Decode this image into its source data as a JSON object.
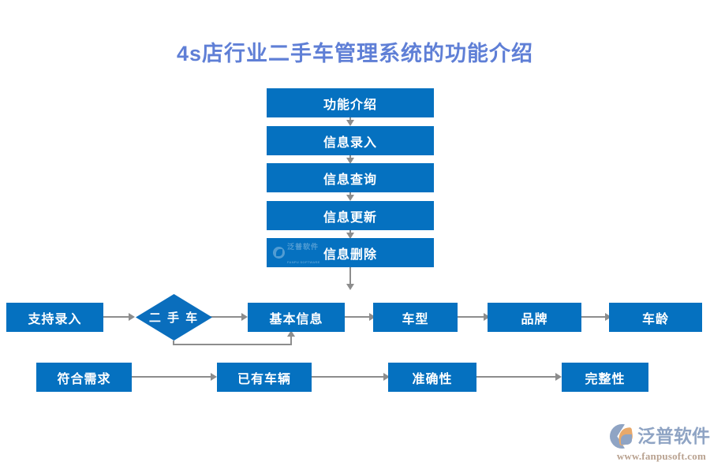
{
  "page": {
    "title": "4s店行业二手车管理系统的功能介绍",
    "title_color": "#5f7fd6",
    "background": "#ffffff"
  },
  "diagram": {
    "type": "flowchart",
    "node_fill": "#0571c0",
    "decision_fill": "#0a6ebd",
    "node_text_color": "#ffffff",
    "connector_color": "#8d8d8d",
    "vertical_chain": [
      {
        "id": "v1",
        "label": "功能介绍"
      },
      {
        "id": "v2",
        "label": "信息录入"
      },
      {
        "id": "v3",
        "label": "信息查询"
      },
      {
        "id": "v4",
        "label": "信息更新"
      },
      {
        "id": "v5",
        "label": "信息删除"
      }
    ],
    "row_main": [
      {
        "id": "r1",
        "label": "支持录入",
        "shape": "rect"
      },
      {
        "id": "r2",
        "label": "二 手 车",
        "shape": "diamond"
      },
      {
        "id": "r3",
        "label": "基本信息",
        "shape": "rect"
      },
      {
        "id": "r4",
        "label": "车型",
        "shape": "rect"
      },
      {
        "id": "r5",
        "label": "品牌",
        "shape": "rect"
      },
      {
        "id": "r6",
        "label": "车龄",
        "shape": "rect"
      }
    ],
    "row_bottom": [
      {
        "id": "b1",
        "label": "符合需求",
        "shape": "rect"
      },
      {
        "id": "b2",
        "label": "已有车辆",
        "shape": "rect"
      },
      {
        "id": "b3",
        "label": "准确性",
        "shape": "rect"
      },
      {
        "id": "b4",
        "label": "完整性",
        "shape": "rect"
      }
    ]
  },
  "watermark": {
    "name": "泛普软件",
    "sub": "FANPU SOFTWARE"
  },
  "brand": {
    "name": "泛普软件",
    "url": "www.fanpusoft.com"
  }
}
